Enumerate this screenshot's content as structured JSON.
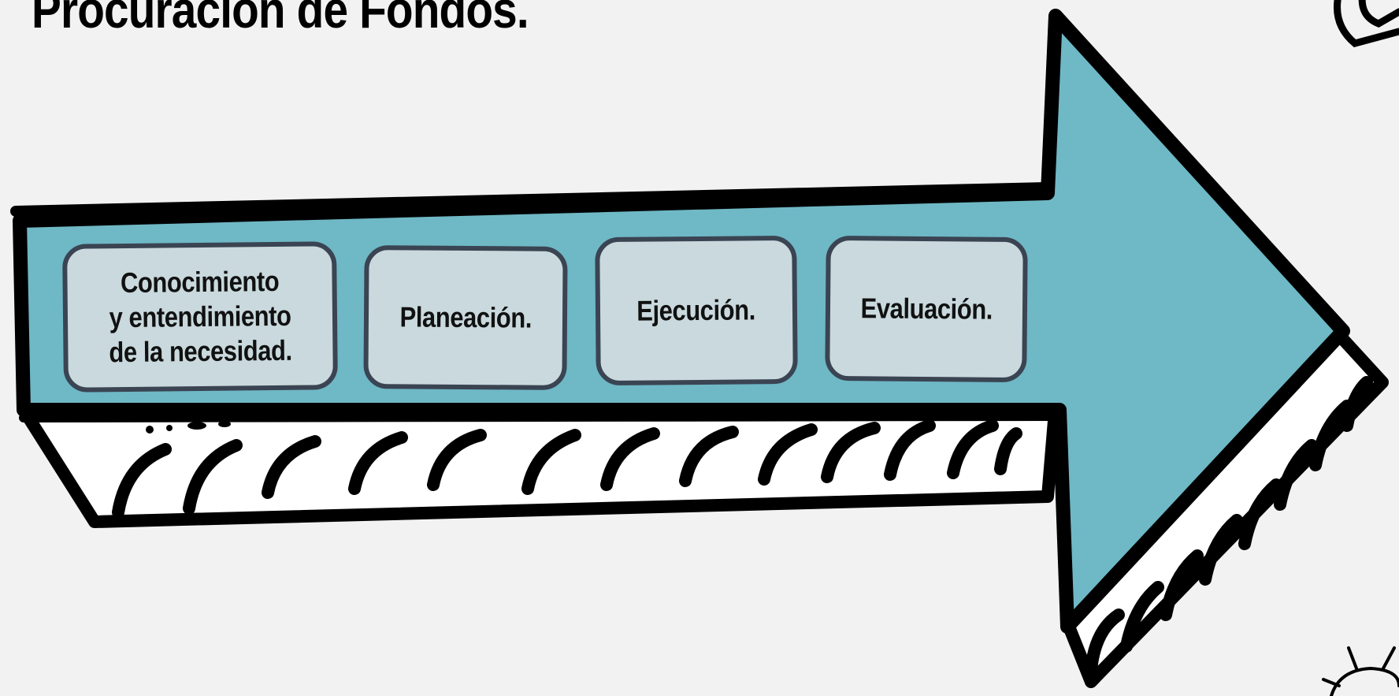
{
  "title": "Procuración de Fondos.",
  "steps": [
    {
      "label": "Conocimiento\ny entendimiento\nde la necesidad."
    },
    {
      "label": "Planeación."
    },
    {
      "label": "Ejecución."
    },
    {
      "label": "Evaluación."
    }
  ],
  "colors": {
    "background": "#f2f2f2",
    "arrow_fill": "#6fb8c6",
    "box_fill": "#c9d9dd",
    "box_border": "#3a4452",
    "outline": "#000000"
  },
  "icons": [
    "decorative-doodle-top-right",
    "decorative-sun-bottom-right"
  ]
}
